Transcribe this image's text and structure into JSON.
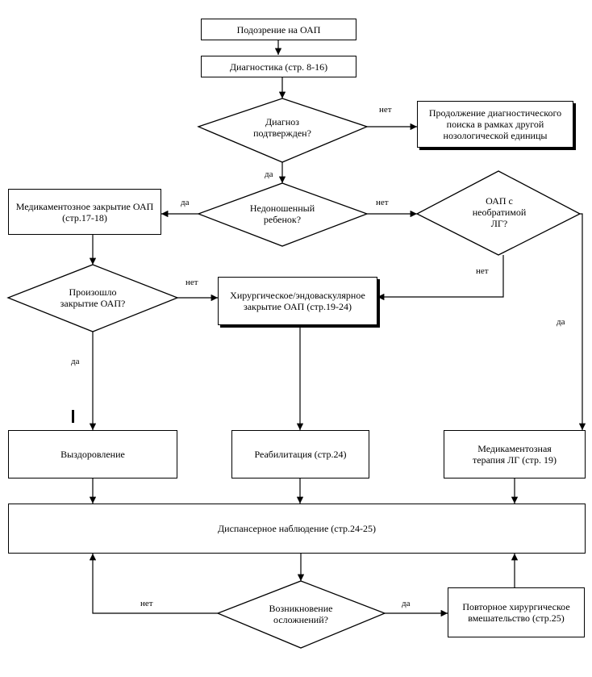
{
  "boxes": {
    "suspicion": "Подозрение на ОАП",
    "diagnostics": "Диагностика (стр. 8-16)",
    "other_search": "Продолжение диагностического поиска в рамках другой нозологической единицы",
    "med_closure": "Медикаментозное закрытие ОАП (стр.17-18)",
    "surgical": "Хирургическое/эндоваскулярное закрытие ОАП (стр.19-24)",
    "recovery": "Выздоровление",
    "rehab": "Реабилитация (стр.24)",
    "ph_therapy": "Медикаментозная терапия ЛГ (стр. 19)",
    "dispensary": "Диспансерное наблюдение (стр.24-25)",
    "repeat_surgery": "Повторное хирургическое вмешательство (стр.25)"
  },
  "decisions": {
    "confirmed": "Диагноз подтвержден?",
    "premature": "Недоношенный ребенок?",
    "irreversible": "ОАП с необратимой ЛГ?",
    "closure_happened": "Произошло закрытие ОАП?",
    "complications": "Возникновение осложнений?"
  },
  "labels": {
    "no": "нет",
    "yes": "да"
  }
}
